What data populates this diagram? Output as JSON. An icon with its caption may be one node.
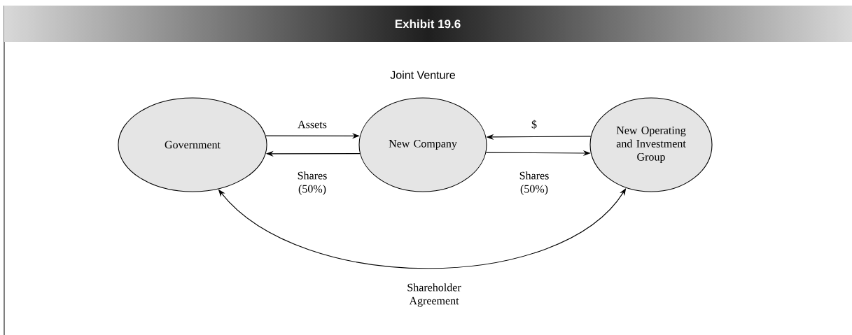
{
  "diagram": {
    "title": "Exhibit 19.6",
    "nodes": [
      {
        "text": [
          "Government"
        ]
      },
      {
        "text": [
          "New Company"
        ]
      },
      {
        "text": [
          "New Operating and Investment Group"
        ]
      }
    ],
    "edges": [
      {
        "from": 0,
        "to": 1,
        "arrow": "to",
        "label": "Assets"
      },
      {
        "from": 1,
        "to": 0,
        "arrow": "to",
        "label": "Shares (50%)"
      },
      {
        "from": 2,
        "to": 1,
        "arrow": "to",
        "label": "$"
      },
      {
        "from": 1,
        "to": 2,
        "arrow": "to",
        "label": "Shares (50%)"
      },
      {
        "from": 0,
        "to": 2,
        "arrow": "both",
        "label": "Shareholder Agreement"
      }
    ],
    "labels": [
      "Joint Venture"
    ]
  }
}
